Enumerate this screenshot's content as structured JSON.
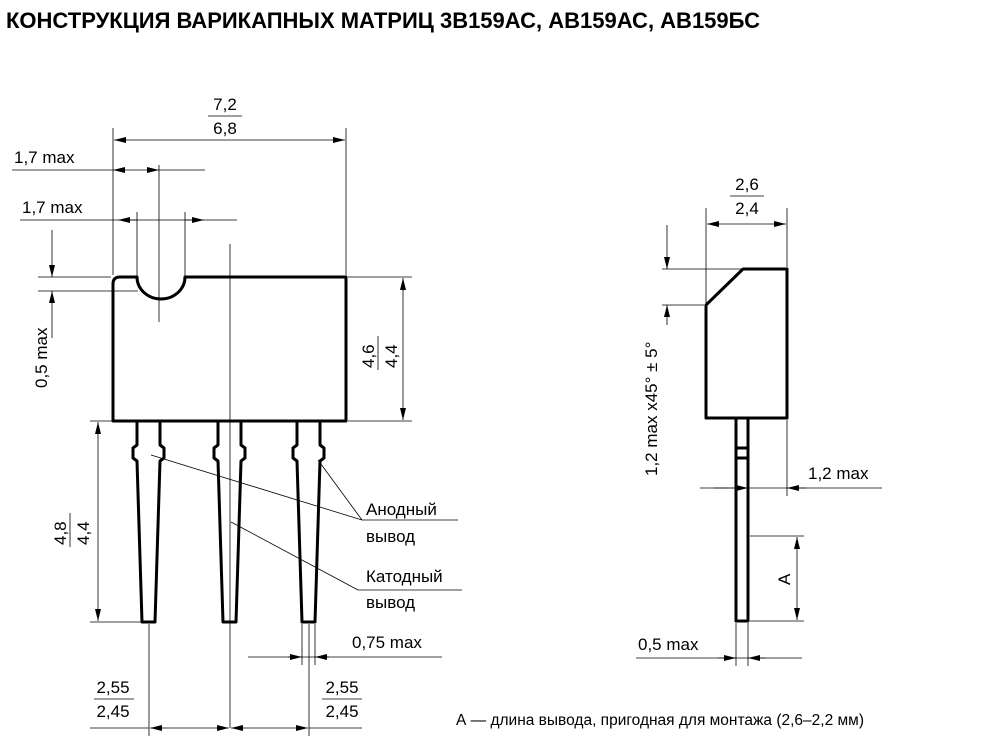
{
  "title": "КОНСТРУКЦИЯ ВАРИКАПНЫХ МАТРИЦ 3В159АС, АВ159АС, АВ159БС",
  "front_view": {
    "width_upper": "7,2",
    "width_lower": "6,8",
    "notch_offset": "1,7 max",
    "notch_width": "1,7 max",
    "notch_depth": "0,5 max",
    "body_height_upper": "4,6",
    "body_height_lower": "4,4",
    "lead_length_upper": "4,8",
    "lead_length_lower": "4,4",
    "anode_label_1": "Анодный",
    "anode_label_2": "вывод",
    "cathode_label_1": "Катодный",
    "cathode_label_2": "вывод",
    "lead_width": "0,75 max",
    "pitch_left_upper": "2,55",
    "pitch_left_lower": "2,45",
    "pitch_right_upper": "2,55",
    "pitch_right_lower": "2,45"
  },
  "side_view": {
    "thickness_upper": "2,6",
    "thickness_lower": "2,4",
    "chamfer": "1,2 max x45° ± 5°",
    "lead_offset": "1,2 max",
    "mount_length": "A",
    "lead_thickness": "0,5 max"
  },
  "note": "А — длина вывода, пригодная для монтажа (2,6–2,2 мм)"
}
